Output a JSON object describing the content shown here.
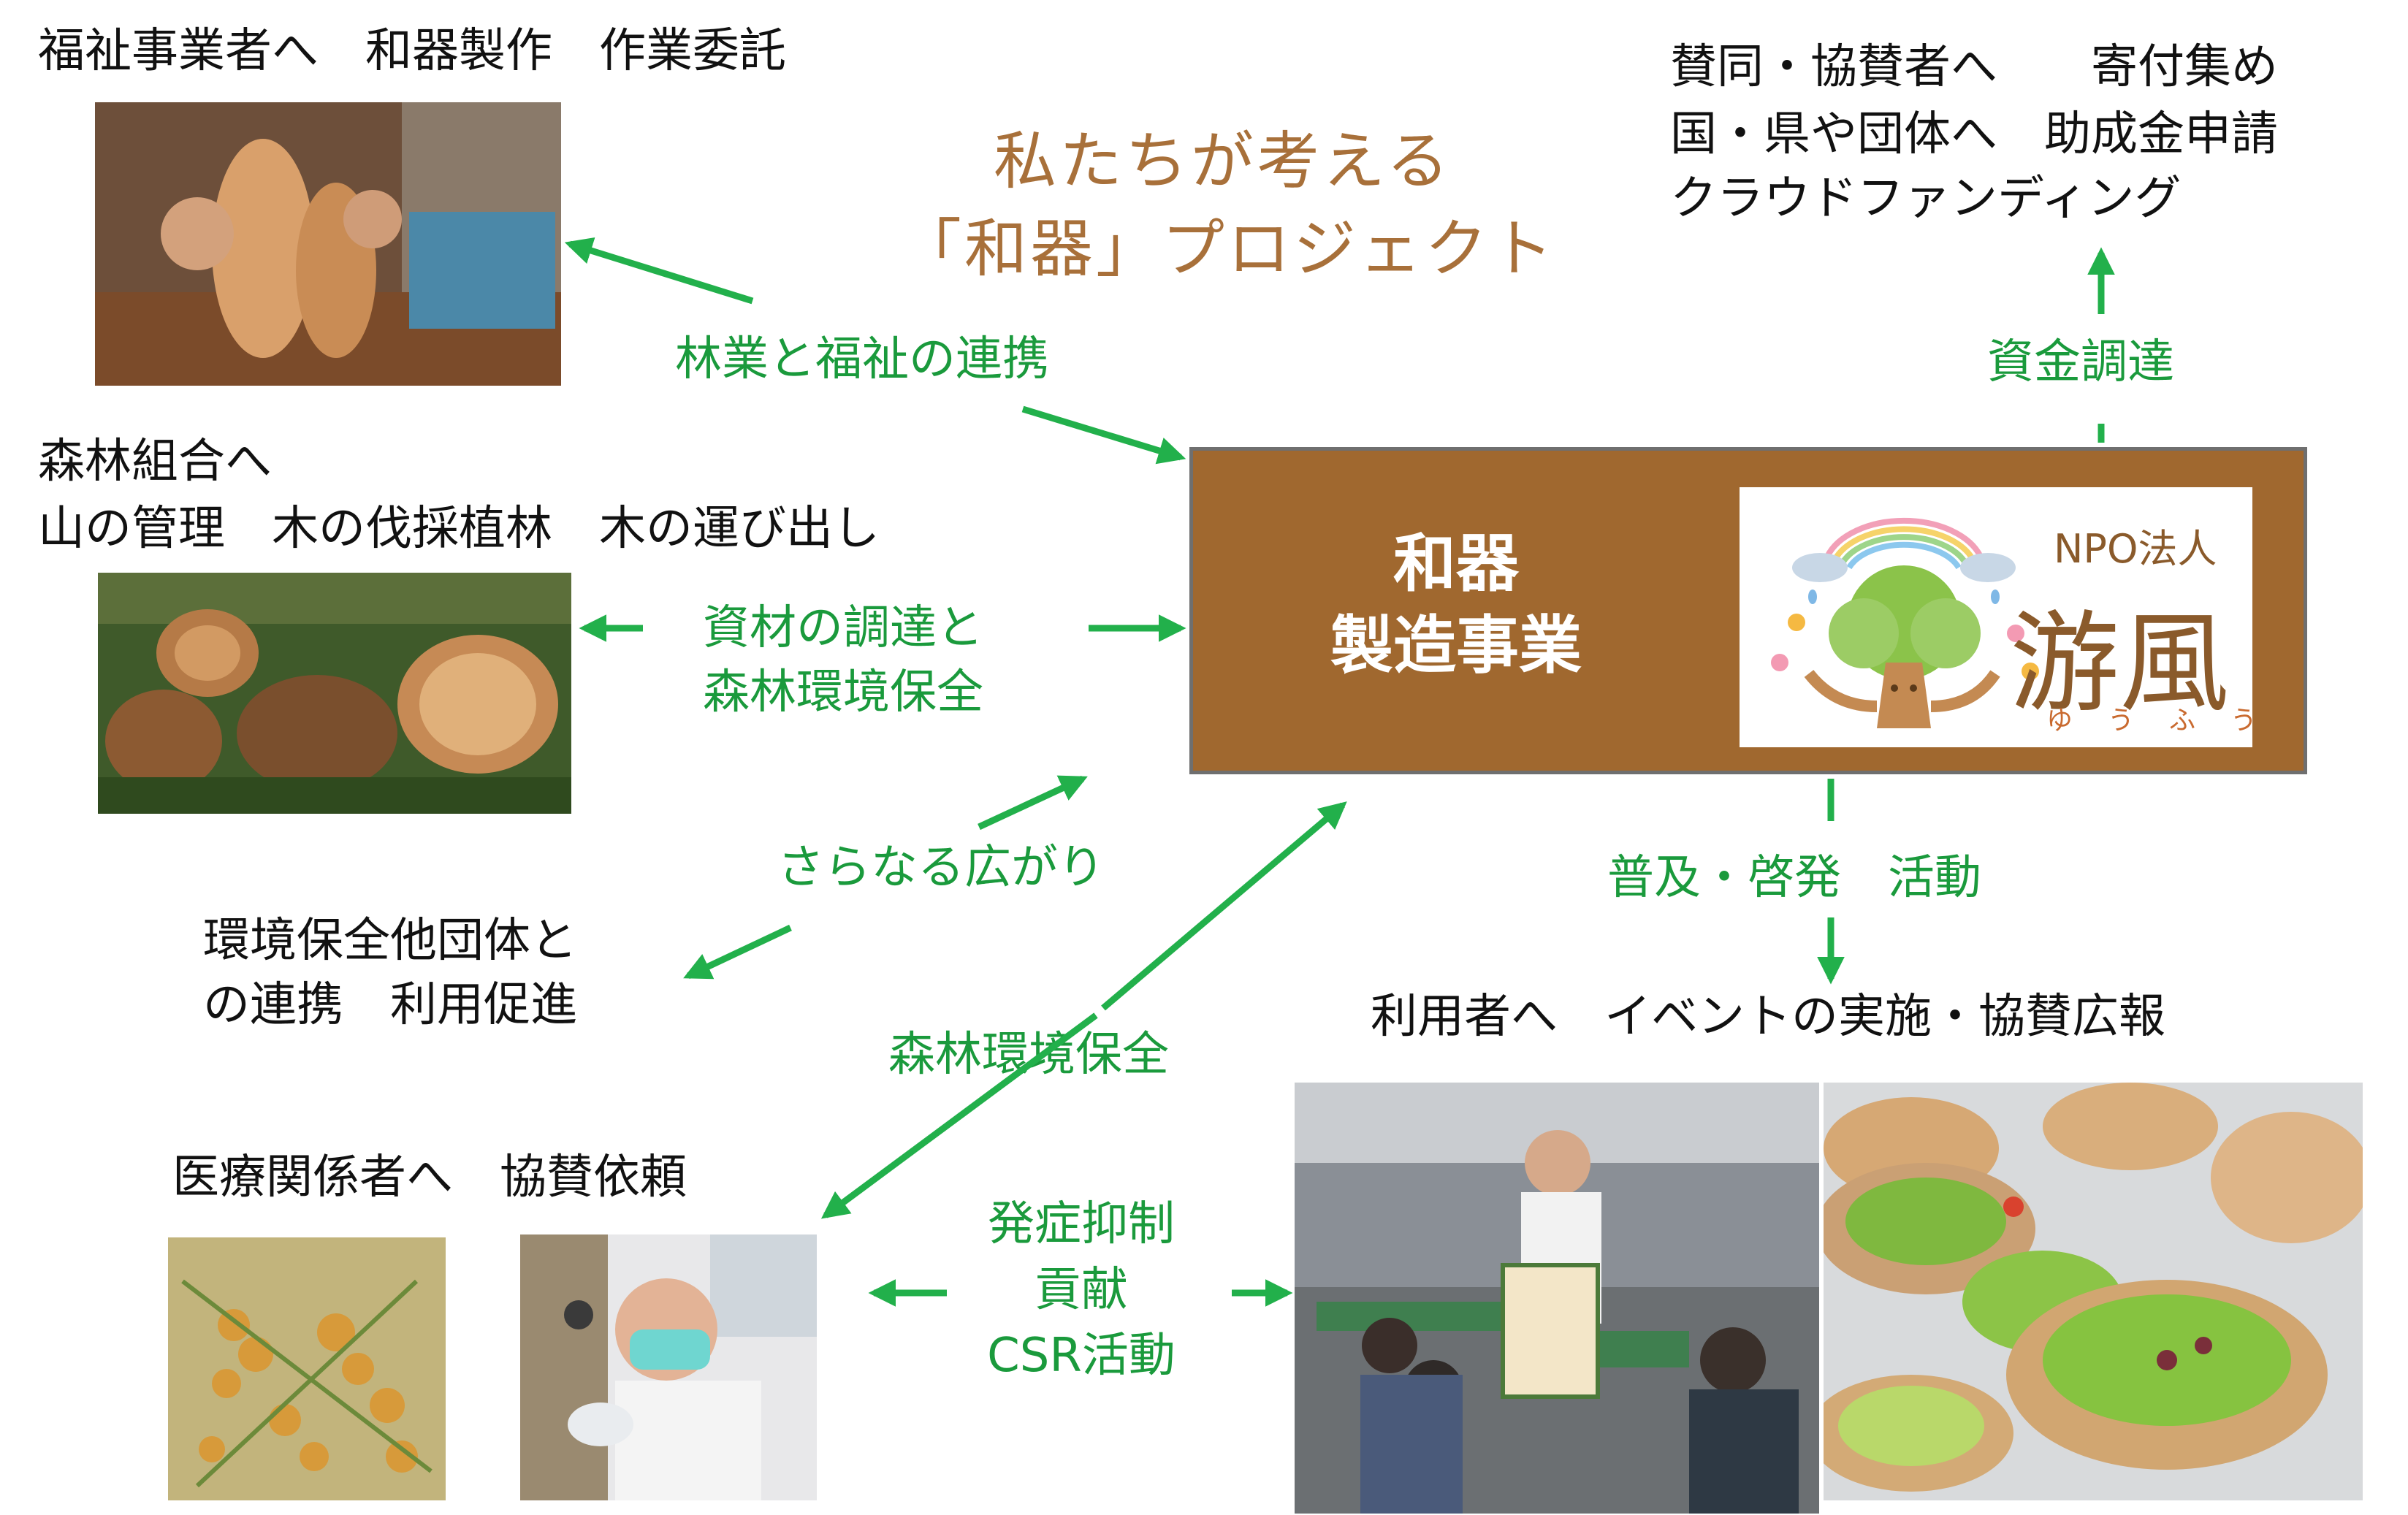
{
  "title": {
    "line1": "私たちが考える",
    "line2": "「和器」プロジェクト"
  },
  "core": {
    "label_line1": "和器",
    "label_line2": "製造事業",
    "logo": {
      "org": "NPO法人",
      "name": "游風",
      "kana": "ゆうふう"
    }
  },
  "nodes": {
    "welfare": "福祉事業者へ　和器製作　作業委託",
    "forest_union_line1": "森林組合へ",
    "forest_union_line2": "山の管理　木の伐採植林　木の運び出し",
    "env_groups_line1": "環境保全他団体と",
    "env_groups_line2": "の連携　利用促進",
    "medical": "医療関係者へ　協賛依頼",
    "supporters_line1": "賛同・協賛者へ　　寄付集め",
    "supporters_line2": "国・県や団体へ　助成金申請",
    "supporters_line3": "クラウドファンディング",
    "users": "利用者へ　イベントの実施・協賛広報"
  },
  "links": {
    "forestry_welfare": "林業と福祉の連携",
    "materials_line1": "資材の調達と",
    "materials_line2": "森林環境保全",
    "expansion": "さらなる広がり",
    "forest_env": "森林環境保全",
    "prevention_line1": "発症抑制",
    "prevention_line2": "貢献",
    "prevention_line3": "CSR活動",
    "funding": "資金調達",
    "outreach": "普及・啓発　活動"
  },
  "colors": {
    "arrow": "#22b04b",
    "link_text": "#1a9a3c",
    "title": "#a8703a",
    "core_fill": "#a0682f"
  }
}
